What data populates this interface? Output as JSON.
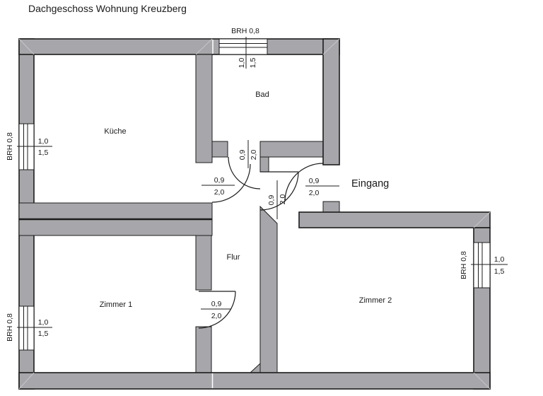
{
  "title": "Dachgeschoss Wohnung Kreuzberg",
  "entrance_label": "Eingang",
  "rooms": [
    {
      "id": "kueche",
      "label": "Küche"
    },
    {
      "id": "bad",
      "label": "Bad"
    },
    {
      "id": "flur",
      "label": "Flur"
    },
    {
      "id": "zimmer1",
      "label": "Zimmer 1"
    },
    {
      "id": "zimmer2",
      "label": "Zimmer 2"
    }
  ],
  "windows": [
    {
      "id": "bad-window",
      "sill_label": "BRH 0,8",
      "width_m": "1,0",
      "height_m": "1,5"
    },
    {
      "id": "kueche-window",
      "sill_label": "BRH 0,8",
      "width_m": "1,0",
      "height_m": "1,5"
    },
    {
      "id": "zimmer1-window",
      "sill_label": "BRH 0,8",
      "width_m": "1,0",
      "height_m": "1,5"
    },
    {
      "id": "zimmer2-window",
      "sill_label": "BRH 0,8",
      "width_m": "1,0",
      "height_m": "1,5"
    }
  ],
  "doors": [
    {
      "id": "kueche-door",
      "width_m": "0,9",
      "height_m": "2,0"
    },
    {
      "id": "bad-door",
      "width_m": "0,9",
      "height_m": "2,0"
    },
    {
      "id": "zimmer1-door",
      "width_m": "0,9",
      "height_m": "2,0"
    },
    {
      "id": "flur-vestibule-door",
      "width_m": "0,9",
      "height_m": "2,0"
    },
    {
      "id": "entry-door",
      "width_m": "0,9",
      "height_m": "2,0"
    }
  ],
  "colors": {
    "wall_fill": "#a7a7ab",
    "wall_outline": "#1c1c1c",
    "background": "#ffffff",
    "text": "#1a1a1a"
  }
}
